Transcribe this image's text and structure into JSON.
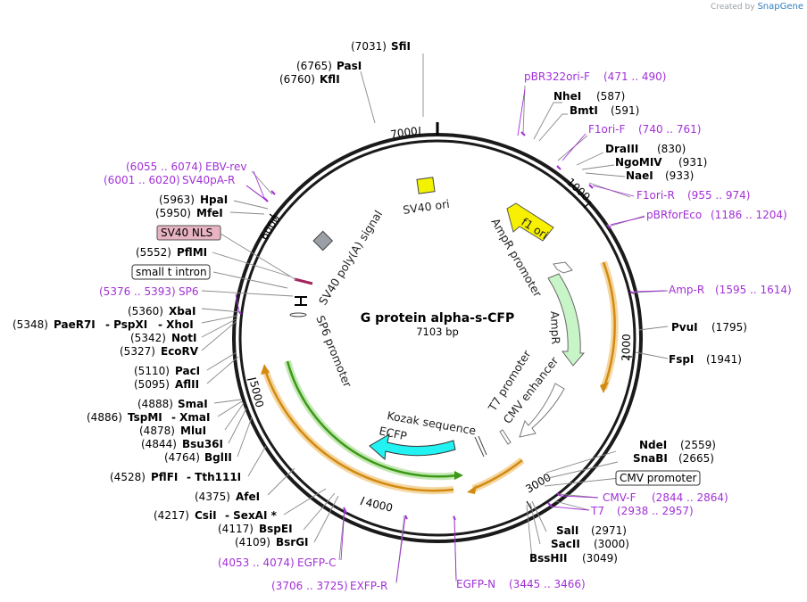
{
  "credit": {
    "prefix": "Created by",
    "brand": "SnapGene"
  },
  "title": "G protein alpha-s-CFP",
  "size_label": "7103 bp",
  "ticks": [
    "1000",
    "2000",
    "3000",
    "4000",
    "5000",
    "6000",
    "7000"
  ],
  "enzymes": [
    {
      "name": "SfiI",
      "pos": "(7031)"
    },
    {
      "name": "PasI",
      "pos": "(6765)"
    },
    {
      "name": "KflI",
      "pos": "(6760)"
    },
    {
      "name": "NheI",
      "pos": "(587)"
    },
    {
      "name": "BmtI",
      "pos": "(591)"
    },
    {
      "name": "DraIII",
      "pos": "(830)"
    },
    {
      "name": "NgoMIV",
      "pos": "(931)"
    },
    {
      "name": "NaeI",
      "pos": "(933)"
    },
    {
      "name": "HpaI",
      "pos": "(5963)"
    },
    {
      "name": "MfeI",
      "pos": "(5950)"
    },
    {
      "name": "PflMI",
      "pos": "(5552)"
    },
    {
      "name": "XbaI",
      "pos": "(5360)"
    },
    {
      "name": "PaeR7I",
      "pos": "(5348)"
    },
    {
      "name": "- PspXI",
      "pos": ""
    },
    {
      "name": "- XhoI",
      "pos": ""
    },
    {
      "name": "NotI",
      "pos": "(5342)"
    },
    {
      "name": "EcoRV",
      "pos": "(5327)"
    },
    {
      "name": "PvuI",
      "pos": "(1795)"
    },
    {
      "name": "FspI",
      "pos": "(1941)"
    },
    {
      "name": "PacI",
      "pos": "(5110)"
    },
    {
      "name": "AflII",
      "pos": "(5095)"
    },
    {
      "name": "SmaI",
      "pos": "(4888)"
    },
    {
      "name": "TspMI",
      "pos": "(4886)"
    },
    {
      "name": "- XmaI",
      "pos": ""
    },
    {
      "name": "MluI",
      "pos": "(4878)"
    },
    {
      "name": "Bsu36I",
      "pos": "(4844)"
    },
    {
      "name": "BglII",
      "pos": "(4764)"
    },
    {
      "name": "PflFI",
      "pos": "(4528)"
    },
    {
      "name": "- Tth111I",
      "pos": ""
    },
    {
      "name": "AfeI",
      "pos": "(4375)"
    },
    {
      "name": "CsiI",
      "pos": "(4217)"
    },
    {
      "name": "- SexAI *",
      "pos": ""
    },
    {
      "name": "BspEI",
      "pos": "(4117)"
    },
    {
      "name": "BsrGI",
      "pos": "(4109)"
    },
    {
      "name": "NdeI",
      "pos": "(2559)"
    },
    {
      "name": "SnaBI",
      "pos": "(2665)"
    },
    {
      "name": "SalI",
      "pos": "(2971)"
    },
    {
      "name": "SacII",
      "pos": "(3000)"
    },
    {
      "name": "BssHII",
      "pos": "(3049)"
    }
  ],
  "primers": [
    {
      "name": "pBR322ori-F",
      "range": "(471 .. 490)"
    },
    {
      "name": "F1ori-F",
      "range": "(740 .. 761)"
    },
    {
      "name": "F1ori-R",
      "range": "(955 .. 974)"
    },
    {
      "name": "pBRforEco",
      "range": "(1186 .. 1204)"
    },
    {
      "name": "Amp-R",
      "range": "(1595 .. 1614)"
    },
    {
      "name": "EBV-rev",
      "range": "(6055 .. 6074)"
    },
    {
      "name": "SV40pA-R",
      "range": "(6001 .. 6020)"
    },
    {
      "name": "SP6",
      "range": "(5376 .. 5393)"
    },
    {
      "name": "CMV-F",
      "range": "(2844 .. 2864)"
    },
    {
      "name": "T7",
      "range": "(2938 .. 2957)"
    },
    {
      "name": "EGFP-C",
      "range": "(4053 .. 4074)"
    },
    {
      "name": "EXFP-R",
      "range": "(3706 .. 3725)"
    },
    {
      "name": "EGFP-N",
      "range": "(3445 .. 3466)"
    }
  ],
  "boxed_labels": [
    "SV40 NLS",
    "small t intron",
    "CMV promoter"
  ],
  "features": {
    "sv40_ori": "SV40 ori",
    "f1_ori": "f1 ori",
    "ampr_promoter": "AmpR promoter",
    "ampr": "AmpR",
    "t7_promoter": "T7 promoter",
    "cmv_enhancer": "CMV enhancer",
    "kozak": "Kozak sequence",
    "ecfp": "ECFP",
    "sp6_promoter": "SP6 promoter",
    "sv40_polya": "SV40 poly(A) signal"
  },
  "colors": {
    "backbone": "#1a1a1a",
    "primer": "#a230d6",
    "f1_ori": "#f7f000",
    "sv40_ori": "#f3f300",
    "ampr": "#c8f5c8",
    "ecfp": "#22f2f2",
    "orf_orange": "#d38a10",
    "orf_green": "#3d9a17",
    "polya": "#9aa0a6"
  }
}
